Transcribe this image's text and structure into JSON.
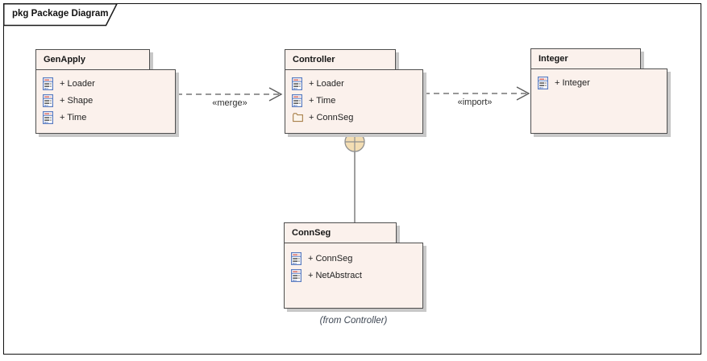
{
  "frame": {
    "title": "pkg Package Diagram"
  },
  "packages": [
    {
      "name": "GenApply",
      "items": [
        {
          "icon": "class-icon",
          "label": "+ Loader"
        },
        {
          "icon": "class-icon",
          "label": "+ Shape"
        },
        {
          "icon": "class-icon",
          "label": "+ Time"
        }
      ]
    },
    {
      "name": "Controller",
      "items": [
        {
          "icon": "class-icon",
          "label": "+ Loader"
        },
        {
          "icon": "class-icon",
          "label": "+ Time"
        },
        {
          "icon": "package-folder-icon",
          "label": "+ ConnSeg"
        }
      ]
    },
    {
      "name": "Integer",
      "items": [
        {
          "icon": "class-icon",
          "label": "+ Integer"
        }
      ]
    },
    {
      "name": "ConnSeg",
      "items": [
        {
          "icon": "class-icon",
          "label": "+ ConnSeg"
        },
        {
          "icon": "class-icon",
          "label": "+ NetAbstract"
        }
      ],
      "origin_note": "(from Controller)"
    }
  ],
  "connectors": [
    {
      "type": "merge-dependency",
      "label": "«merge»",
      "from": "GenApply",
      "to": "Controller",
      "style": "dashed-open-arrow"
    },
    {
      "type": "import-dependency",
      "label": "«import»",
      "from": "Controller",
      "to": "Integer",
      "style": "dashed-open-arrow"
    },
    {
      "type": "containment",
      "label": "",
      "from": "Controller",
      "to": "ConnSeg",
      "style": "solid-line-circle-plus"
    }
  ],
  "colors": {
    "package_fill": "#fbf1ec",
    "package_border": "#4e4e4e",
    "shadow": "#c8c8c8",
    "connector_line": "#5a5a5a",
    "containment_circle_fill": "#f3ddb3",
    "frame_border": "#111111"
  }
}
